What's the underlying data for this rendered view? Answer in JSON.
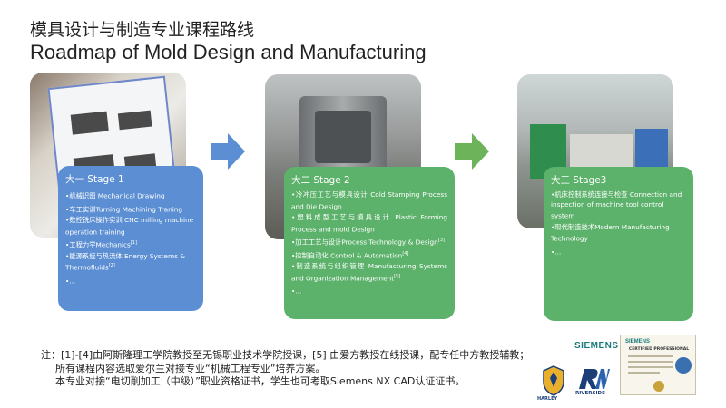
{
  "title": {
    "zh": "模具设计与制造专业课程路线",
    "en": "Roadmap of Mold Design and Manufacturing"
  },
  "stages": [
    {
      "heading": "大一 Stage 1",
      "items": [
        {
          "text": "•机械识图 Mechanical Drawing",
          "ref": ""
        },
        {
          "text": "•车工实训Turning Machining Traning",
          "ref": ""
        },
        {
          "text": "•数控铣床操作实训 CNC milling machine operation training",
          "ref": ""
        },
        {
          "text": "•工程力学Mechanics",
          "ref": "[1]"
        },
        {
          "text": "•能源系统与热流体 Energy Systems & Thermofluids",
          "ref": "[2]"
        },
        {
          "text": "•...",
          "ref": ""
        }
      ]
    },
    {
      "heading": "大二 Stage 2",
      "items": [
        {
          "text": "•冷冲压工艺与模具设计 Cold Stamping Process and Die Design",
          "ref": ""
        },
        {
          "text": "•塑料成型工艺与模具设计 Plastic Forming Process and mold Design",
          "ref": ""
        },
        {
          "text": "•加工工艺与设计Process Technology & Design",
          "ref": "[3]"
        },
        {
          "text": "•控制自动化 Control & Automation",
          "ref": "[4]"
        },
        {
          "text": "•制造系统与组织管理 Manufacturing Systems and Organization Management",
          "ref": "[5]"
        },
        {
          "text": "•...",
          "ref": ""
        }
      ]
    },
    {
      "heading": "大三 Stage3",
      "items": [
        {
          "text": "•机床控制系统连接与检查 Connection and inspection of machine tool control system",
          "ref": ""
        },
        {
          "text": "•现代制造技术Modern Manufacturing Technology",
          "ref": ""
        },
        {
          "text": "•...",
          "ref": ""
        }
      ]
    }
  ],
  "note": {
    "line1": "注：[1]-[4]由阿斯隆理工学院教授至无锡职业技术学院授课，[5] 由爱方教授在线授课，配专任中方教授辅教；",
    "line2": "所有课程内容选取爱尔兰对接专业“机械工程专业”培养方案。",
    "line3": "本专业对接“电切削加工（中级）”职业资格证书，学生也可考取Siemens NX CAD认证证书。"
  },
  "logos": {
    "siemens": "SIEMENS",
    "harley": "HARLEY",
    "riverside": "RIVERSIDE",
    "cert_brand": "SIEMENS",
    "cert_title": "CERTIFIED PROFESSIONAL"
  },
  "colors": {
    "stage1_box": "#5b8ed2",
    "stage2_box": "#5cb16b",
    "stage3_box": "#5cb16b",
    "arrow1": "#5b8ed2",
    "arrow2": "#6cb35a",
    "siemens_teal": "#1b7b7c"
  }
}
